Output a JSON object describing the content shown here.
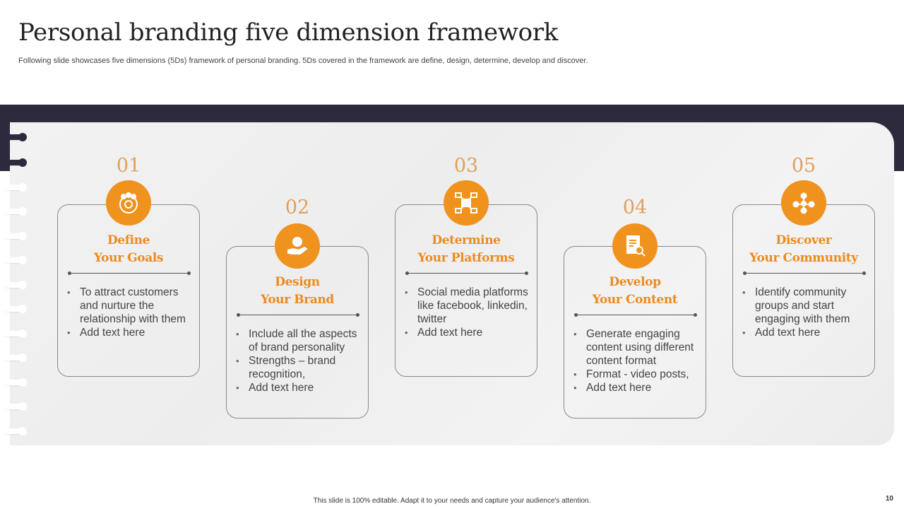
{
  "title": "Personal branding five dimension framework",
  "subtitle": "Following slide showcases five dimensions (5Ds) framework of personal branding. 5Ds covered in the framework are define, design, determine, develop and discover.",
  "colors": {
    "accent": "#f0921e",
    "title_orange": "#ec8a1e",
    "number": "#e0a05b",
    "dark_band": "#2c2a3c"
  },
  "steps": [
    {
      "number": "01",
      "title_line1": "Define",
      "title_line2": "Your Goals",
      "icon": "target-team-icon",
      "bullets": [
        "To attract customers and nurture the relationship with them",
        "Add text here"
      ]
    },
    {
      "number": "02",
      "title_line1": "Design",
      "title_line2": "Your Brand",
      "icon": "brand-hand-icon",
      "bullets": [
        "Include all the aspects of brand personality",
        "Strengths – brand recognition,",
        "Add text here"
      ]
    },
    {
      "number": "03",
      "title_line1": "Determine",
      "title_line2": "Your Platforms",
      "icon": "platforms-network-icon",
      "bullets": [
        "Social media platforms like facebook, linkedin, twitter",
        "Add text here"
      ]
    },
    {
      "number": "04",
      "title_line1": "Develop",
      "title_line2": "Your Content",
      "icon": "document-search-icon",
      "bullets": [
        "Generate engaging content using different content format",
        "Format - video posts,",
        "Add text here"
      ]
    },
    {
      "number": "05",
      "title_line1": "Discover",
      "title_line2": "Your Community",
      "icon": "community-network-icon",
      "bullets": [
        "Identify community groups and start engaging with them",
        "Add text here"
      ]
    }
  ],
  "footer": "This slide is 100% editable. Adapt it to your needs and capture your audience's attention.",
  "page_number": "10"
}
